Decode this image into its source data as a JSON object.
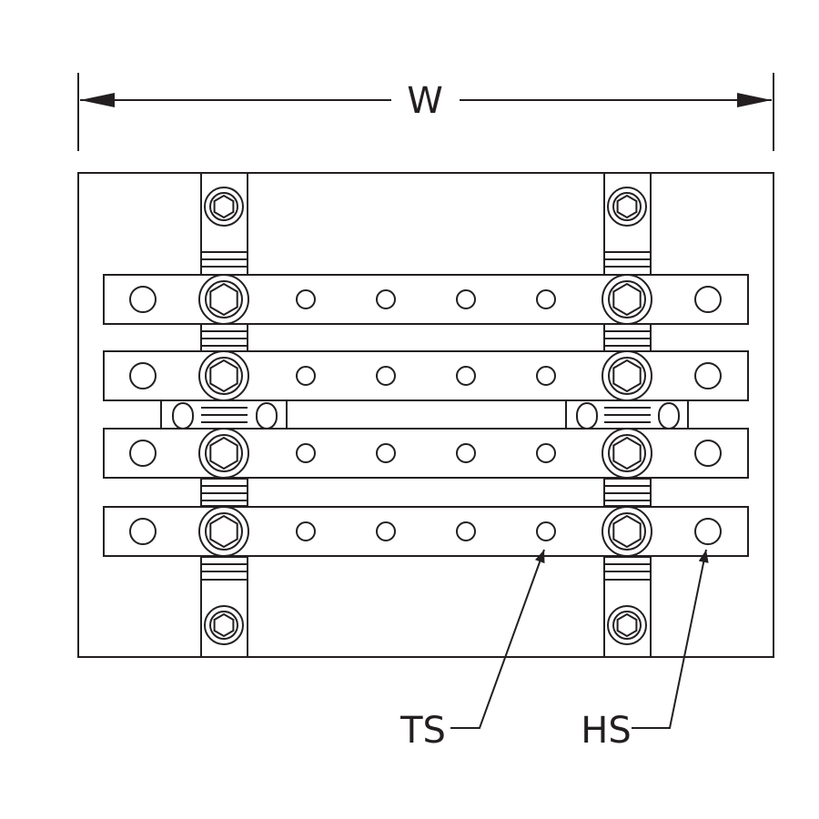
{
  "dimension": {
    "width_label": "W"
  },
  "callouts": {
    "tapped_hole_label": "TS",
    "hex_hole_label": "HS"
  },
  "stroke_color": "#231f20",
  "background_color": "#ffffff",
  "structure": {
    "busbar_count": 4,
    "small_holes_per_bar": 4,
    "outer_holes_per_bar": 2,
    "hex_bolts_per_bar": 2,
    "mounting_bolts": 4
  }
}
